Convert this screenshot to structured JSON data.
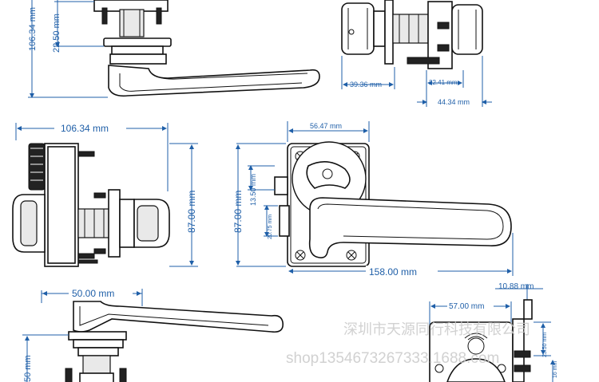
{
  "dimensions": {
    "top_left_vertical_106": "106.34 mm",
    "top_left_vertical_22": "22.50 mm",
    "top_right_39": "39.36 mm",
    "top_right_22": "22.41 mm",
    "top_right_44": "44.34 mm",
    "mid_left_horizontal": "106.34 mm",
    "mid_left_vertical": "87.00 mm",
    "mid_right_top": "56.47 mm",
    "mid_right_87": "87.00 mm",
    "mid_right_13": "13.50 mm",
    "mid_right_20": "20.75 mm",
    "mid_right_158": "158.00 mm",
    "bottom_left_50": "50.00 mm",
    "bottom_left_vertical": "50 mm",
    "bottom_right_10": "10.88 mm",
    "bottom_right_57": "57.00 mm",
    "bottom_right_23": "23.50 mm",
    "bottom_right_side": "16 mm"
  },
  "watermark": {
    "line1": "深圳市天源同行科技有限公司",
    "line2": "shop1354673267333.1688.com"
  }
}
